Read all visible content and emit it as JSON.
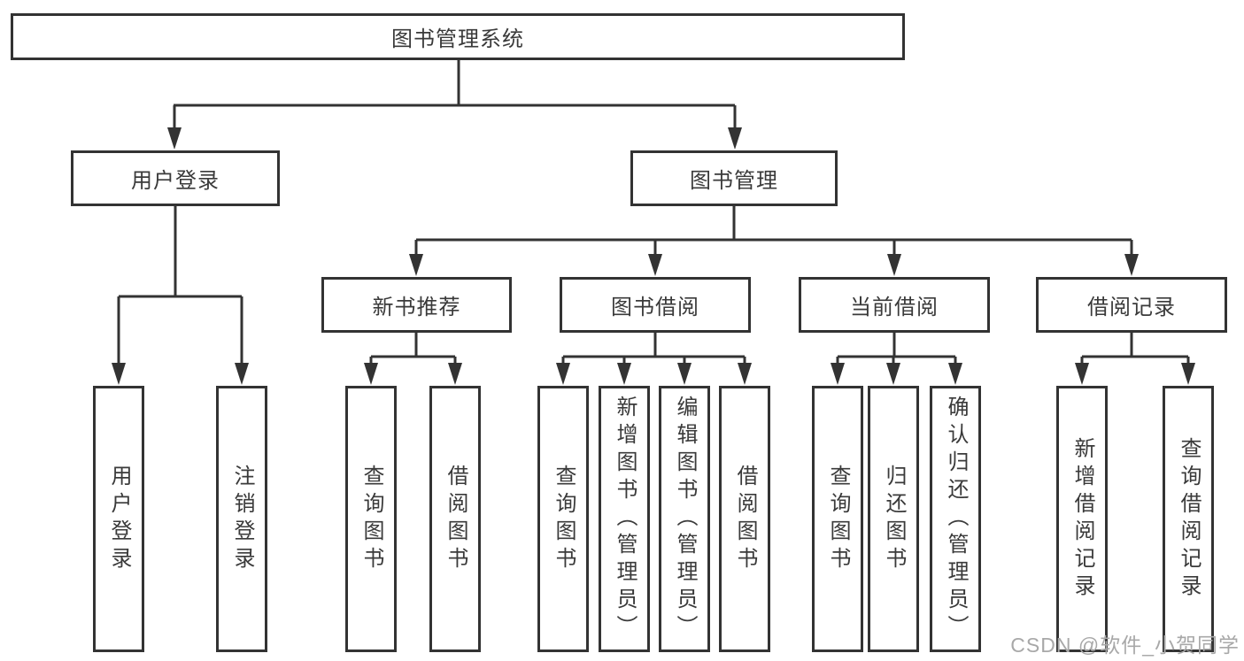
{
  "diagram": {
    "title": "图书管理系统",
    "root": {
      "label": "图书管理系统"
    },
    "level2": [
      {
        "id": "user-login",
        "label": "用户登录"
      },
      {
        "id": "book-management",
        "label": "图书管理"
      }
    ],
    "level3": [
      {
        "id": "new-book-recommendation",
        "label": "新书推荐",
        "parent": "图书管理"
      },
      {
        "id": "book-borrowing",
        "label": "图书借阅",
        "parent": "图书管理"
      },
      {
        "id": "current-borrowing",
        "label": "当前借阅",
        "parent": "图书管理"
      },
      {
        "id": "borrowing-records",
        "label": "借阅记录",
        "parent": "图书管理"
      }
    ],
    "leaves": [
      {
        "label": "用户登录",
        "parent": "用户登录"
      },
      {
        "label": "注销登录",
        "parent": "用户登录"
      },
      {
        "label": "查询图书",
        "parent": "新书推荐"
      },
      {
        "label": "借阅图书",
        "parent": "新书推荐"
      },
      {
        "label": "查询图书",
        "parent": "图书借阅"
      },
      {
        "label": "新增图书（管理员）",
        "parent": "图书借阅"
      },
      {
        "label": "编辑图书（管理员）",
        "parent": "图书借阅"
      },
      {
        "label": "借阅图书",
        "parent": "图书借阅"
      },
      {
        "label": "查询图书",
        "parent": "当前借阅"
      },
      {
        "label": "归还图书",
        "parent": "当前借阅"
      },
      {
        "label": "确认归还（管理员）",
        "parent": "当前借阅"
      },
      {
        "label": "新增借阅记录",
        "parent": "借阅记录"
      },
      {
        "label": "查询借阅记录",
        "parent": "借阅记录"
      }
    ]
  },
  "watermark": {
    "text": "CSDN @软件_小贺同学",
    "color": "#a8a8a8"
  },
  "colors": {
    "line": "#333333",
    "node_border": "#333333",
    "node_text": "#3a3a3a",
    "background": "#ffffff"
  }
}
